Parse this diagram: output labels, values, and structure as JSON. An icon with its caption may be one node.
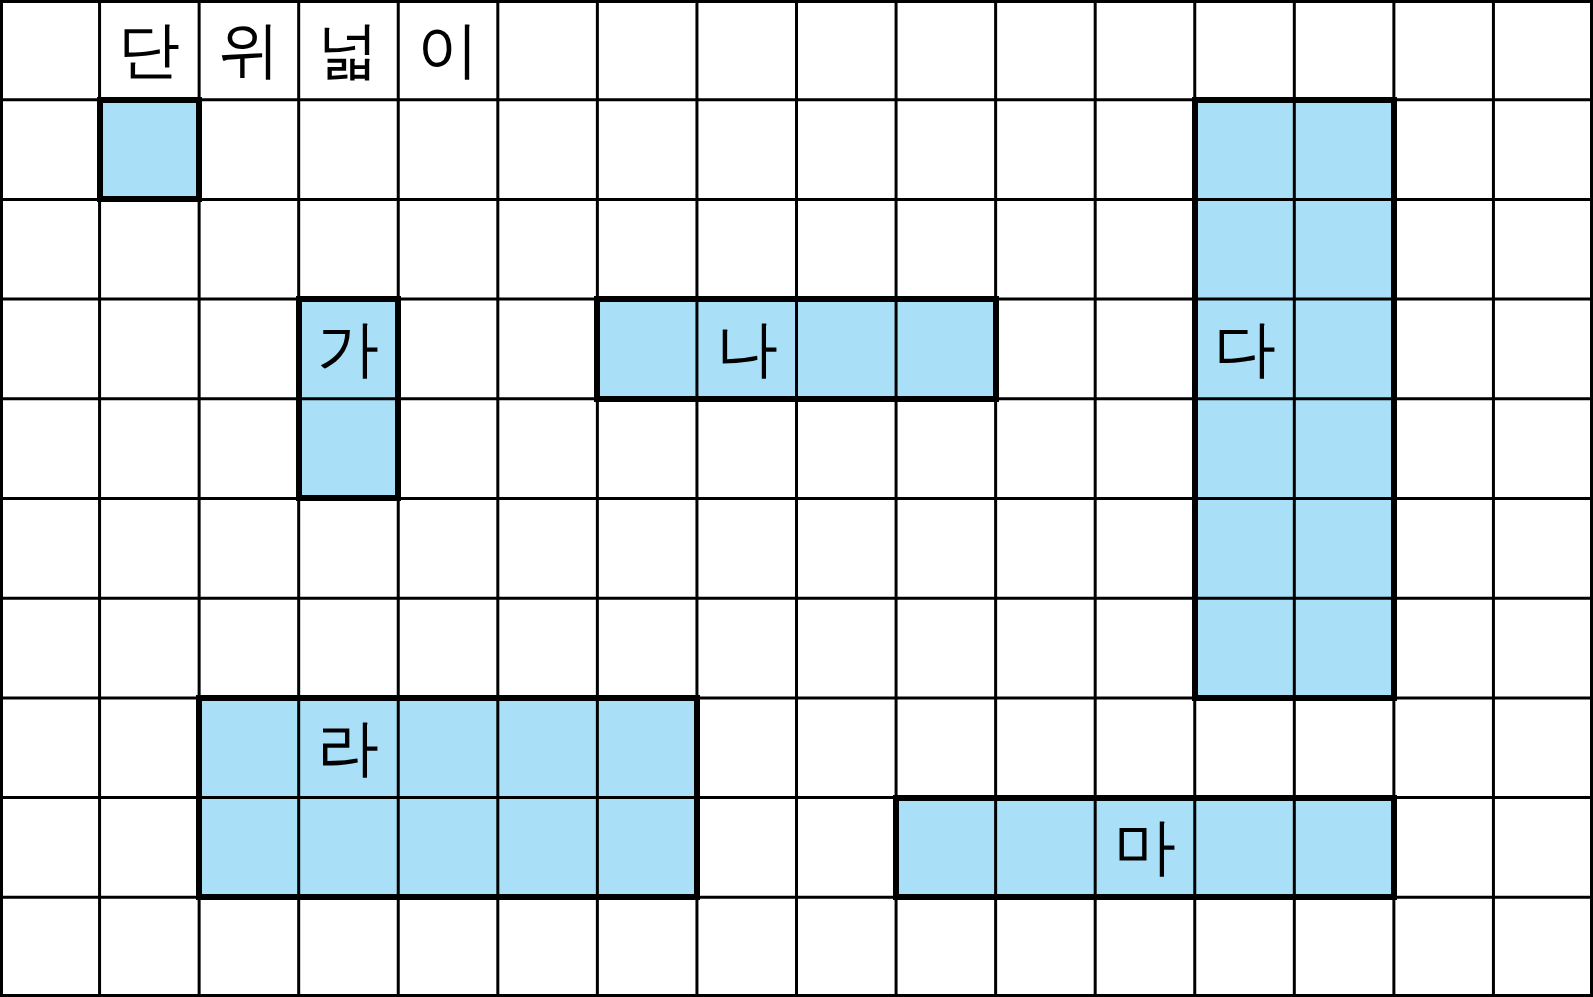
{
  "diagram": {
    "nodes": [
      {
        "text": [],
        "shape": "box",
        "beside": [
          "단위넓이"
        ]
      },
      {
        "text": [
          "가"
        ]
      },
      {
        "text": [
          "나"
        ]
      },
      {
        "text": [
          "다"
        ]
      },
      {
        "text": [
          "라"
        ]
      },
      {
        "text": [
          "마"
        ]
      }
    ]
  }
}
